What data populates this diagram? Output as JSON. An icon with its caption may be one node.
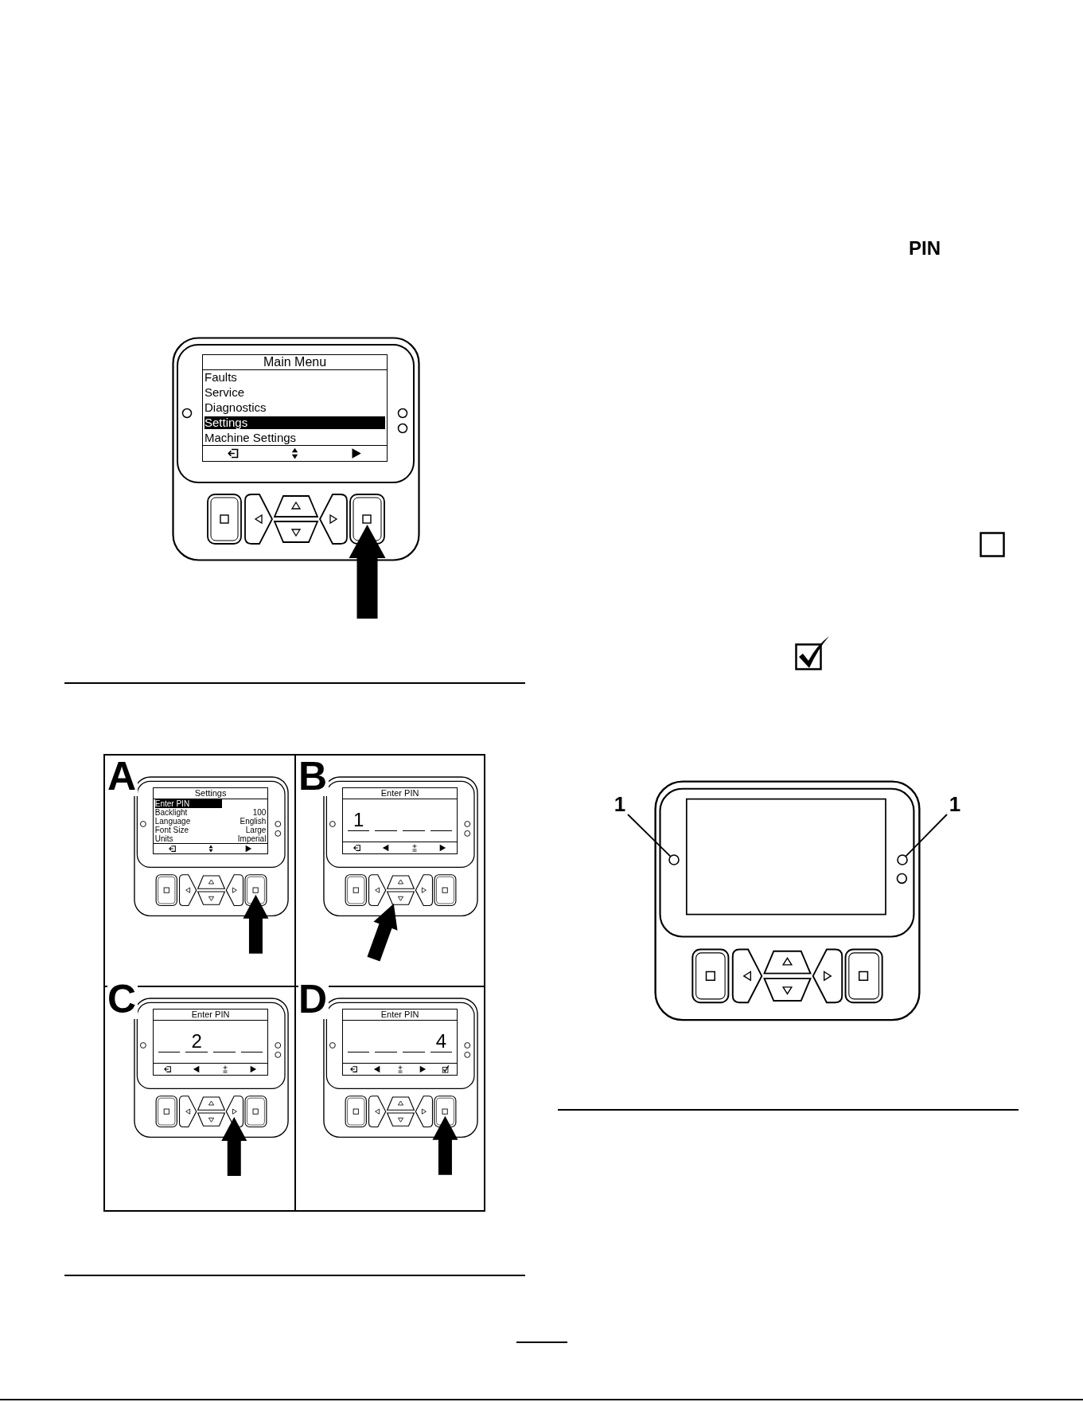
{
  "diagram": {
    "nodes": [
      {
        "text": [
          "1"
        ]
      },
      {
        "text": [],
        "shape": "circle"
      },
      {
        "text": [
          "1"
        ]
      },
      {
        "text": [],
        "shape": "circle"
      }
    ],
    "edges": [
      {
        "from": 0,
        "to": 1,
        "arrow": "none"
      },
      {
        "from": 2,
        "to": 3,
        "arrow": "none"
      }
    ],
    "labels": [
      "Main Menu",
      "Faults",
      "Service",
      "Diagnostics",
      "Settings",
      "Machine Settings",
      "A",
      "Settings",
      "Enter PIN",
      "Backlight",
      "100",
      "Language",
      "English",
      "Font Size",
      "Large",
      "Units",
      "Imperial",
      "B",
      "Enter PIN",
      "1",
      "C",
      "Enter PIN",
      "2",
      "D",
      "Enter PIN",
      "4",
      "PIN"
    ]
  }
}
